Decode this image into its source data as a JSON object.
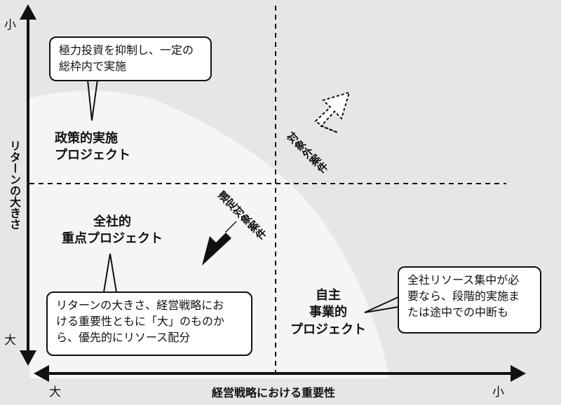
{
  "axes": {
    "y_label": "リターンの大きさ",
    "y_top": "小",
    "y_bottom": "大",
    "x_label": "経営戦略における重要性",
    "x_left": "大",
    "x_right": "小"
  },
  "quadrants": {
    "top_left": [
      "政策的実施",
      "プロジェクト"
    ],
    "bottom_left": [
      "全社的",
      "重点プロジェクト"
    ],
    "bottom_right": [
      "自主",
      "事業的",
      "プロジェクト"
    ],
    "outside_label": "対象外案件",
    "selected_label": "選定対象案件"
  },
  "callouts": {
    "top_left": [
      "極力投資を抑制し、一定の",
      "総枠内で実施"
    ],
    "bottom_left": [
      "リターンの大きさ、経営戦略にお",
      "ける重要性ともに「大」のものか",
      "ら、優先的にリソース配分"
    ],
    "right": [
      "全社リソース集中が必",
      "要なら、段階的実施ま",
      "たは途中での中断も"
    ]
  },
  "colors": {
    "background": "#e6e6e6",
    "selected_region": "#f5f5f5",
    "ink": "#111111"
  }
}
